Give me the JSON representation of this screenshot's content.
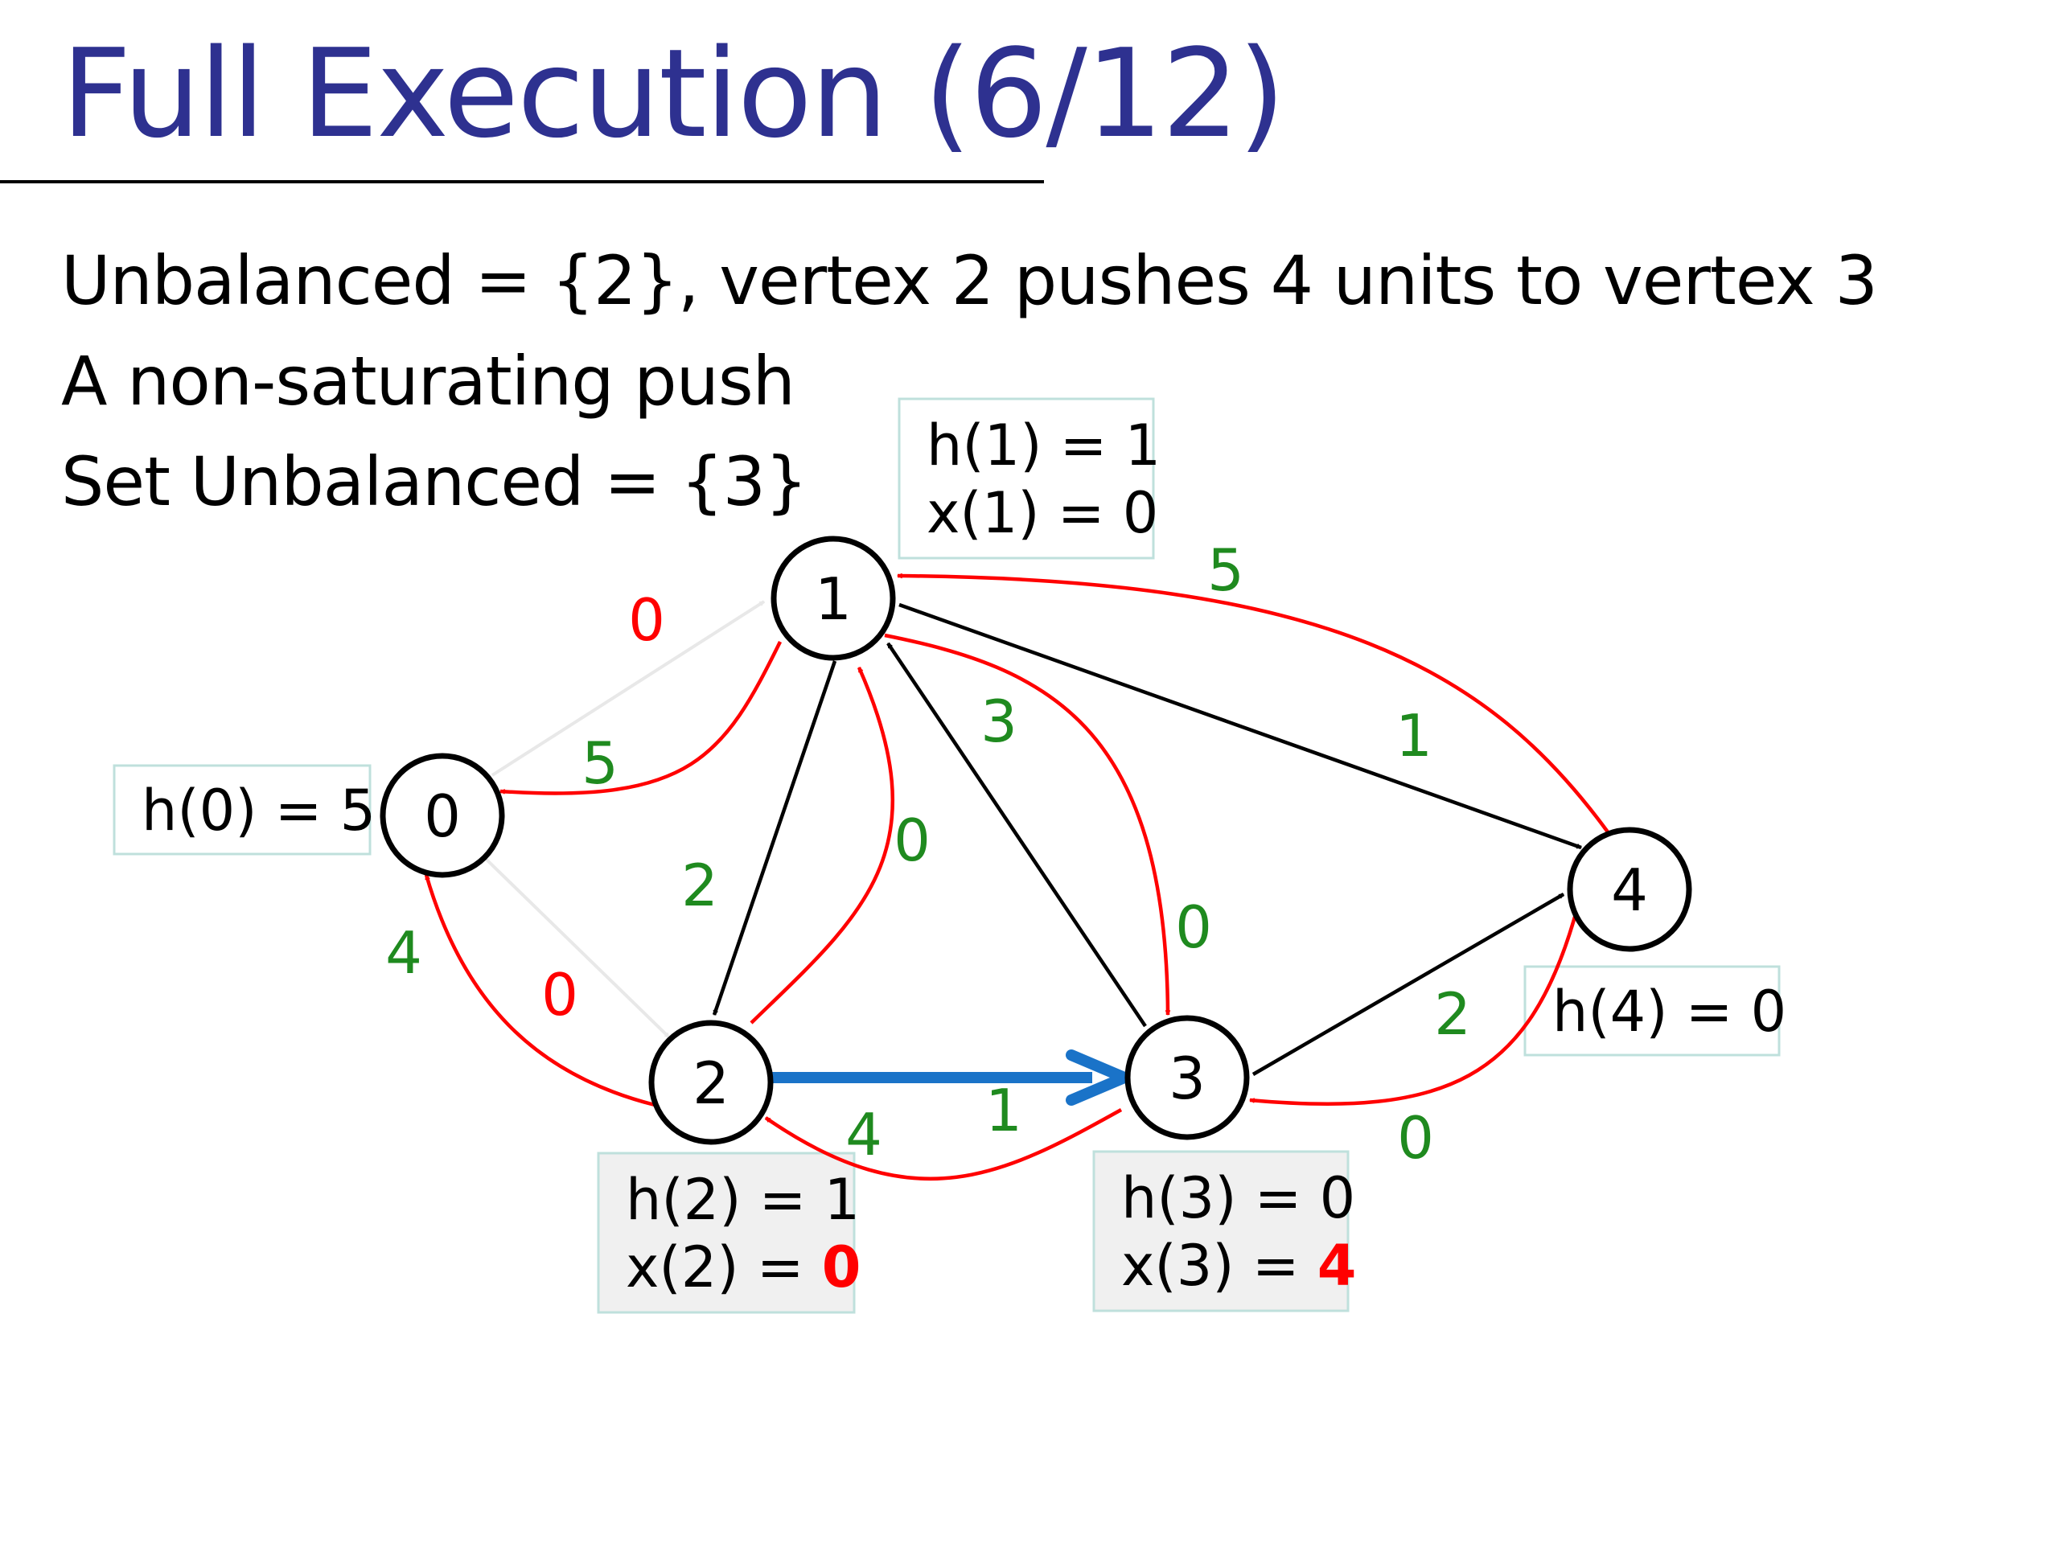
{
  "slide": {
    "title": "Full Execution (6/12)",
    "lines": [
      "Unbalanced = {2}, vertex 2 pushes 4 units to vertex 3",
      "A non-saturating push",
      "Set Unbalanced = {3}"
    ]
  },
  "colors": {
    "title": "#2e3190",
    "forward_edge": "#000000",
    "residual_edge": "#ff0000",
    "faded_edge": "#e8e8e8",
    "push_edge": "#1a73c8",
    "capacity_label": "#1f8a1f",
    "zero_label": "#ff0000",
    "highlight_value": "#ff0000"
  },
  "graph": {
    "nodes": [
      {
        "id": "0",
        "label": "0"
      },
      {
        "id": "1",
        "label": "1"
      },
      {
        "id": "2",
        "label": "2"
      },
      {
        "id": "3",
        "label": "3"
      },
      {
        "id": "4",
        "label": "4"
      }
    ],
    "info_boxes": {
      "h0": {
        "height": "h(0) = 5"
      },
      "h1": {
        "height": "h(1) = 1",
        "excess": "x(1) = 0"
      },
      "h2": {
        "height": "h(2) = 1",
        "excess_prefix": "x(2) = ",
        "excess_value": "0"
      },
      "h3": {
        "height": "h(3) = 0",
        "excess_prefix": "x(3) = ",
        "excess_value": "4"
      },
      "h4": {
        "height": "h(4) = 0"
      }
    },
    "edge_labels": {
      "e01_fwd": "0",
      "e10_res": "5",
      "e02_fwd": "0",
      "e20_res": "4",
      "e12": "2",
      "e21_res": "0",
      "e31": "3",
      "e13_res": "0",
      "e14": "1",
      "e41_res": "5",
      "e23_push": "1",
      "e32_res": "4",
      "e34": "2",
      "e43_res": "0"
    }
  }
}
